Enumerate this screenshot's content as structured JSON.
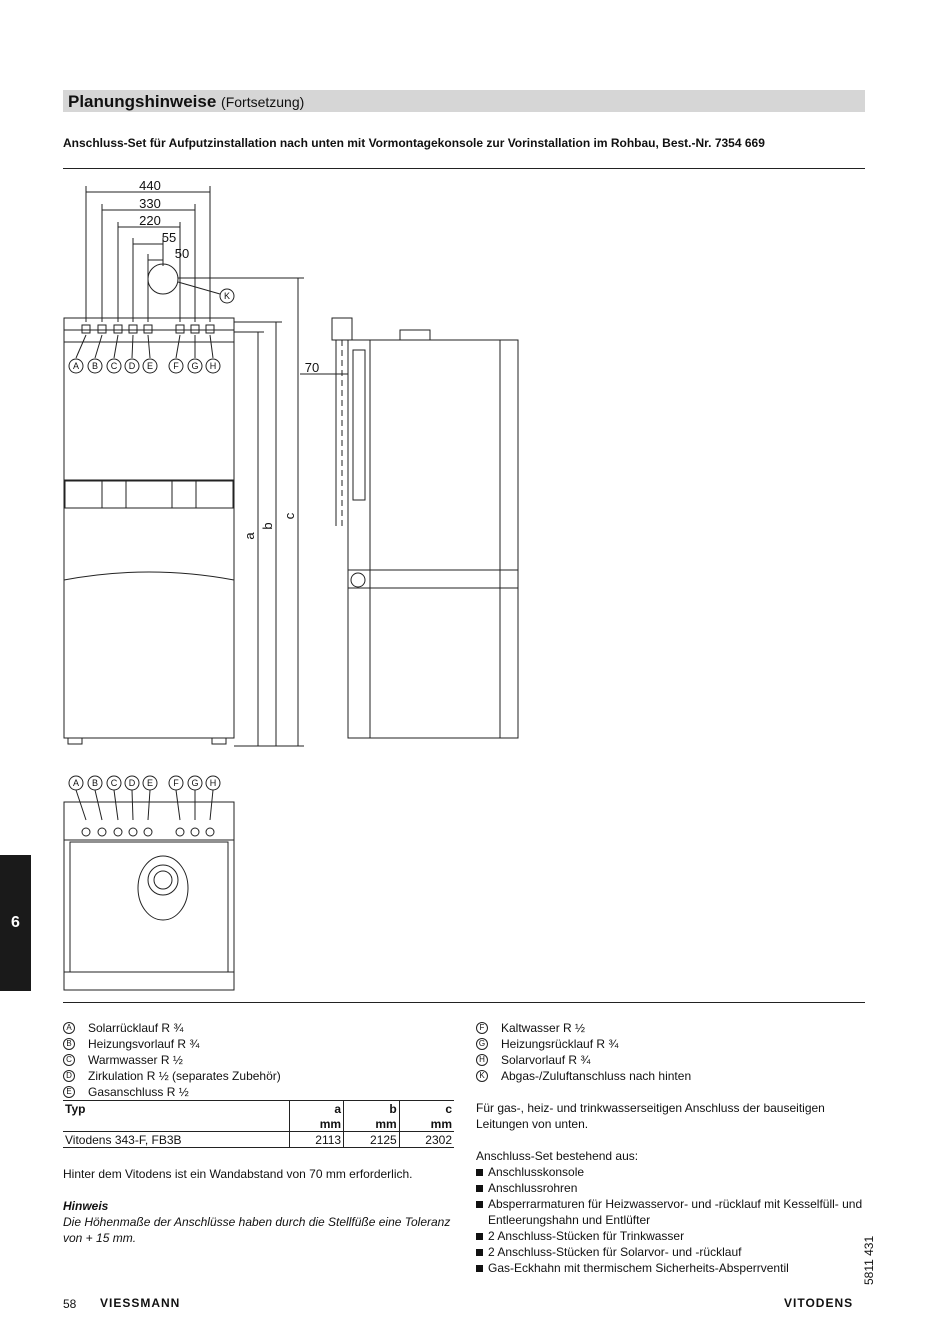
{
  "header": {
    "title": "Planungshinweise",
    "title_suffix": "(Fortsetzung)",
    "subtitle": "Anschluss-Set für Aufputzinstallation nach unten mit Vormontagekonsole zur Vorinstallation im Rohbau, Best.-Nr. 7354 669"
  },
  "diagram": {
    "dims": [
      "440",
      "330",
      "220",
      "55",
      "50"
    ],
    "labels_front": [
      "A",
      "B",
      "C",
      "D",
      "E",
      "F",
      "G",
      "H"
    ],
    "label_k": "K",
    "dim_a": "a",
    "dim_b": "b",
    "dim_c": "c",
    "dim_70": "70"
  },
  "side_tab": "6",
  "legend_left": [
    {
      "letter": "A",
      "text": "Solarrücklauf R ¾"
    },
    {
      "letter": "B",
      "text": "Heizungsvorlauf R ¾"
    },
    {
      "letter": "C",
      "text": "Warmwasser R ½"
    },
    {
      "letter": "D",
      "text": "Zirkulation R ½ (separates Zubehör)"
    },
    {
      "letter": "E",
      "text": "Gasanschluss R ½"
    }
  ],
  "legend_right": [
    {
      "letter": "F",
      "text": "Kaltwasser R ½"
    },
    {
      "letter": "G",
      "text": "Heizungsrücklauf R ¾"
    },
    {
      "letter": "H",
      "text": "Solarvorlauf R ¾"
    },
    {
      "letter": "K",
      "text": "Abgas-/Zuluftanschluss nach hinten"
    }
  ],
  "table": {
    "headers": [
      "Typ",
      "a",
      "b",
      "c"
    ],
    "units": [
      "",
      "mm",
      "mm",
      "mm"
    ],
    "row": [
      "Vitodens 343-F, FB3B",
      "2113",
      "2125",
      "2302"
    ]
  },
  "text_wall": "Hinter dem Vitodens ist ein Wandabstand von 70 mm erforderlich.",
  "hint_title": "Hinweis",
  "hint_text": "Die Höhenmaße der Anschlüsse haben durch die Stellfüße eine Toleranz von + 15 mm.",
  "right_para": "Für gas-, heiz- und trinkwasserseitigen Anschluss der bauseitigen Leitungen von unten.",
  "set_title": "Anschluss-Set bestehend aus:",
  "set_items": [
    "Anschlusskonsole",
    "Anschlussrohren",
    "Absperrarmaturen für Heizwasservor- und -rücklauf mit Kesselfüll- und Entleerungshahn und Entlüfter",
    "2 Anschluss-Stücken für Trinkwasser",
    "2 Anschluss-Stücken für Solarvor- und -rücklauf",
    "Gas-Eckhahn mit thermischem Sicherheits-Absperrventil"
  ],
  "doc_number": "5811 431",
  "page_number": "58",
  "brand_left": "VIESSMANN",
  "brand_right": "VITODENS"
}
